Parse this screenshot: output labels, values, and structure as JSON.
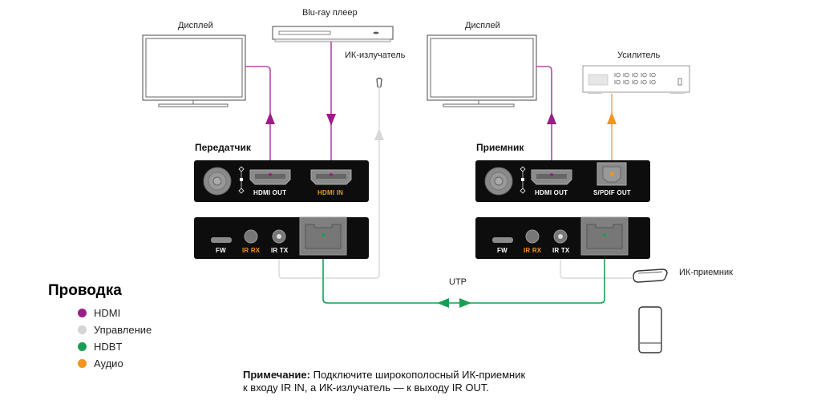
{
  "labels": {
    "display_left": "Дисплей",
    "bluray": "Blu-ray плеер",
    "ir_emitter": "ИК-излучатель",
    "display_right": "Дисплей",
    "amplifier": "Усилитель",
    "transmitter": "Передатчик",
    "receiver": "Приемник",
    "utp": "UTP",
    "ir_receiver": "ИК-приемник"
  },
  "transmitter": {
    "ports_top": {
      "hdmi_out": "HDMI OUT",
      "hdmi_in": "HDMI IN"
    },
    "ports_bottom": {
      "fw": "FW",
      "ir_rx": "IR RX",
      "ir_tx": "IR TX"
    }
  },
  "receiver": {
    "ports_top": {
      "hdmi_out": "HDMI OUT",
      "spdif_out": "S/PDIF OUT"
    },
    "ports_bottom": {
      "fw": "FW",
      "ir_rx": "IR RX",
      "ir_tx": "IR TX"
    }
  },
  "legend": {
    "title": "Проводка",
    "items": [
      {
        "label": "HDMI",
        "color": "#9b1d8a"
      },
      {
        "label": "Управление",
        "color": "#d4d4d4"
      },
      {
        "label": "HDBT",
        "color": "#1a9e55"
      },
      {
        "label": "Аудио",
        "color": "#f7941d"
      }
    ]
  },
  "note": {
    "prefix": "Примечание:",
    "line1": " Подключите широкополосный ИК-приемник",
    "line2": "к входу IR IN, а ИК-излучатель — к выходу IR OUT."
  },
  "colors": {
    "hdmi": "#9b1d8a",
    "control": "#d4d4d4",
    "hdbt": "#1a9e55",
    "audio": "#f7941d",
    "device_body": "#0d0d0d",
    "port_gray": "#8a8a8a"
  }
}
